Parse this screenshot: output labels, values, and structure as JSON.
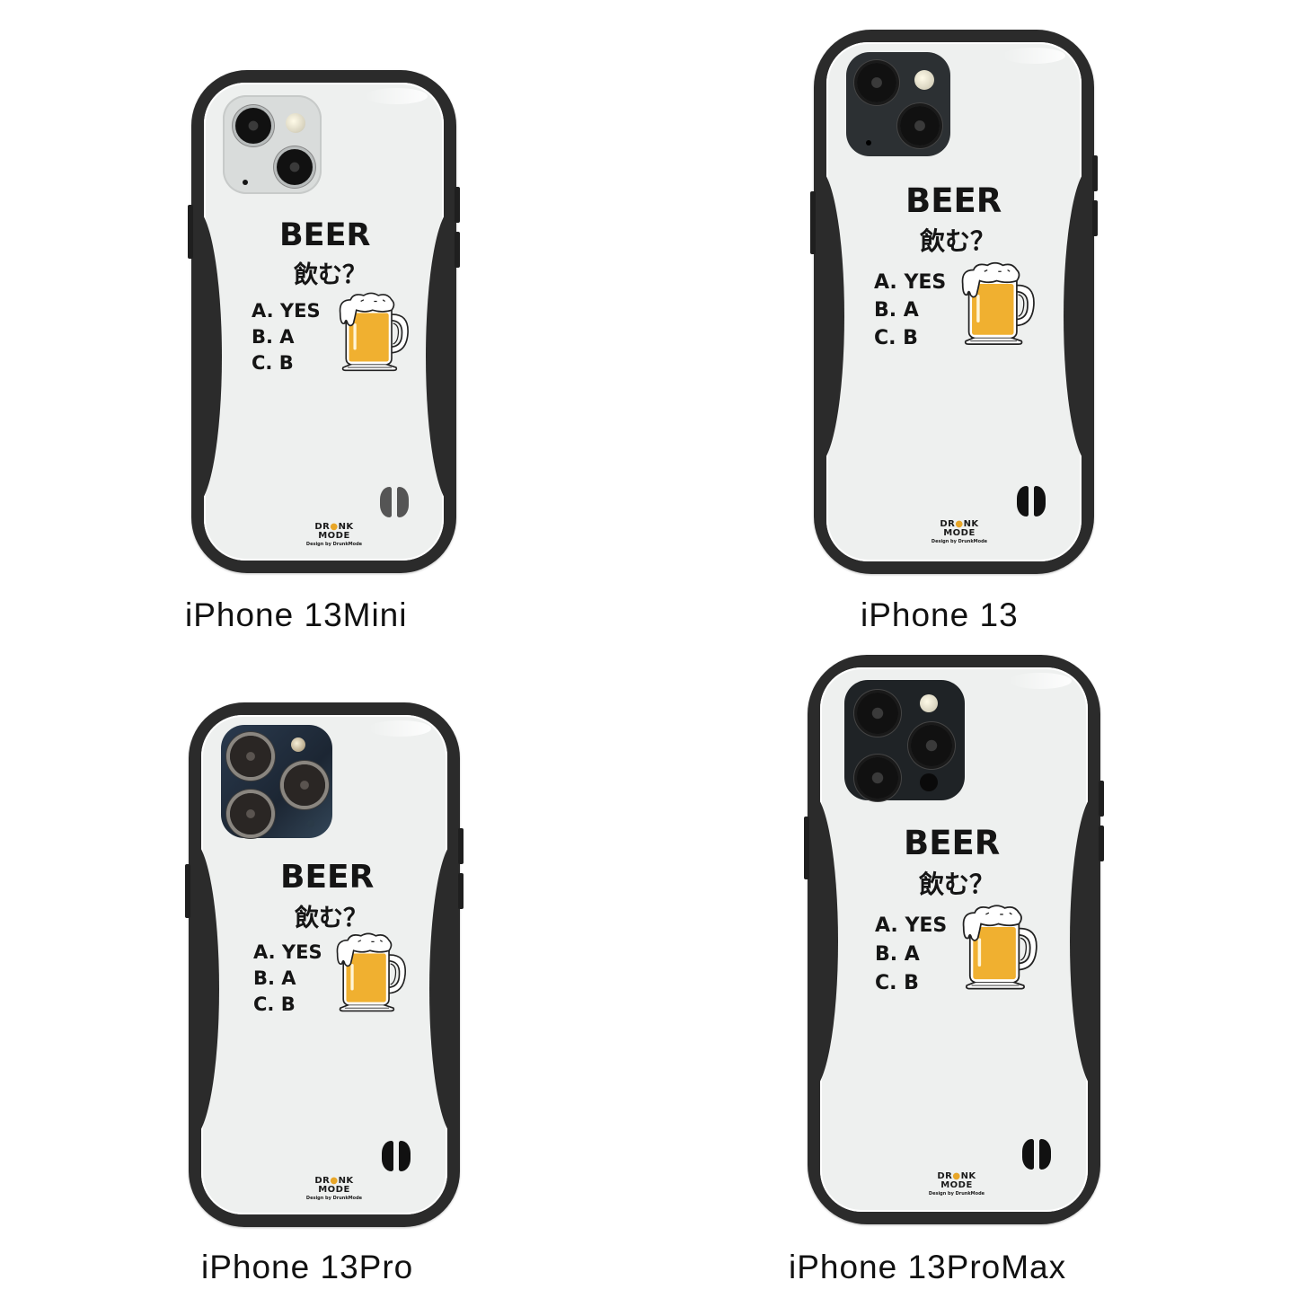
{
  "products": [
    {
      "id": "mini",
      "model_label": "iPhone 13Mini",
      "camera_style": "silver-two-lens",
      "design": {
        "title": "BEER",
        "subtitle": "飲む？",
        "options": [
          "A. YES",
          "B. A",
          "C. B"
        ]
      },
      "logo": {
        "line1_pre": "DR",
        "line1_dot": "●",
        "line1_post": "NK",
        "line2": "MODE",
        "line3": "Design by DrunkMode"
      }
    },
    {
      "id": "13",
      "model_label": "iPhone 13",
      "camera_style": "dark-two-lens",
      "design": {
        "title": "BEER",
        "subtitle": "飲む？",
        "options": [
          "A. YES",
          "B. A",
          "C. B"
        ]
      },
      "logo": {
        "line1_pre": "DR",
        "line1_dot": "●",
        "line1_post": "NK",
        "line2": "MODE",
        "line3": "Design by DrunkMode"
      }
    },
    {
      "id": "pro",
      "model_label": "iPhone 13Pro",
      "camera_style": "navy-three-lens",
      "design": {
        "title": "BEER",
        "subtitle": "飲む？",
        "options": [
          "A. YES",
          "B. A",
          "C. B"
        ]
      },
      "logo": {
        "line1_pre": "DR",
        "line1_dot": "●",
        "line1_post": "NK",
        "line2": "MODE",
        "line3": "Design by DrunkMode"
      }
    },
    {
      "id": "promax",
      "model_label": "iPhone 13ProMax",
      "camera_style": "dark-three-lens",
      "design": {
        "title": "BEER",
        "subtitle": "飲む？",
        "options": [
          "A. YES",
          "B. A",
          "C. B"
        ]
      },
      "logo": {
        "line1_pre": "DR",
        "line1_dot": "●",
        "line1_post": "NK",
        "line2": "MODE",
        "line3": "Design by DrunkMode"
      }
    }
  ],
  "colors": {
    "case_bumper": "#2b2b2b",
    "case_face": "#eef0ef",
    "text": "#151515",
    "beer": "#f0b030",
    "foam": "#ffffff",
    "logo_accent": "#e8a628"
  },
  "icons": {
    "mug": "beer-mug-icon",
    "holes": "strap-hole-icon"
  }
}
